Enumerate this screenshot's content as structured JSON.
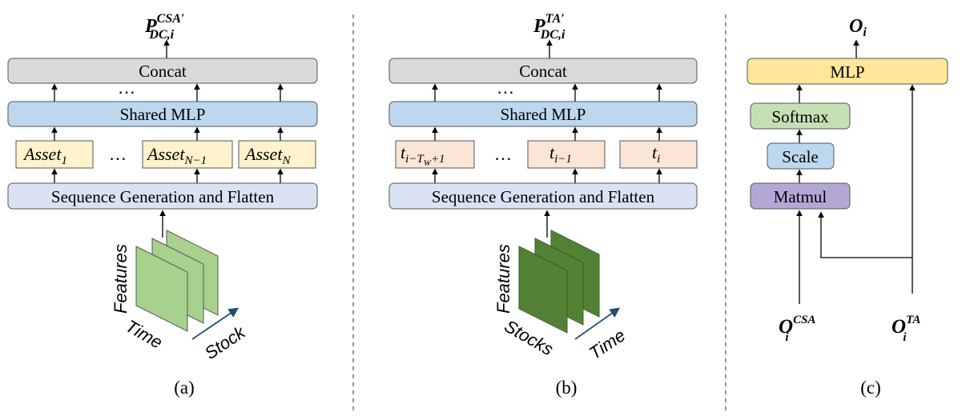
{
  "colors": {
    "concat": "#d9d9d9",
    "shared_mlp": "#bdd7ee",
    "seq_gen": "#dae3f3",
    "asset_box": "#fff2cc",
    "time_box": "#fbe5d6",
    "light_green": "#a9d18e",
    "dark_green": "#548235",
    "mlp_c": "#ffe699",
    "softmax": "#c5e0b4",
    "scale": "#bdd7ee",
    "matmul": "#b4a7d6",
    "axis_arrow": "#1f4e79"
  },
  "panel_a": {
    "output": {
      "base": "P",
      "sup": "CSA′",
      "sub": "DC,i"
    },
    "concat": "Concat",
    "shared_mlp": "Shared MLP",
    "ellipsis_top": "…",
    "ellipsis_mid": "…",
    "assets": [
      {
        "base": "Asset",
        "sub": "1"
      },
      {
        "base": "Asset",
        "sub": "N−1"
      },
      {
        "base": "Asset",
        "sub": "N"
      }
    ],
    "seq_gen": "Sequence Generation and Flatten",
    "axis_features": "Features",
    "axis_time": "Time",
    "axis_stock": "Stock",
    "caption": "(a)"
  },
  "panel_b": {
    "output": {
      "base": "P",
      "sup": "TA′",
      "sub": "DC,i"
    },
    "concat": "Concat",
    "shared_mlp": "Shared MLP",
    "ellipsis_top": "…",
    "ellipsis_mid": "…",
    "times": [
      {
        "base": "t",
        "sub": "i−T",
        "subsub": "W",
        "tail": "+1"
      },
      {
        "base": "t",
        "sub": "i−1"
      },
      {
        "base": "t",
        "sub": "i"
      }
    ],
    "seq_gen": "Sequence Generation and Flatten",
    "axis_features": "Features",
    "axis_stocks": "Stocks",
    "axis_time": "Time",
    "caption": "(b)"
  },
  "panel_c": {
    "output": {
      "base": "O",
      "sub": "i"
    },
    "mlp": "MLP",
    "softmax": "Softmax",
    "scale": "Scale",
    "matmul": "Matmul",
    "input_csa": {
      "base": "O",
      "sup": "CSA",
      "sub": "i"
    },
    "input_ta": {
      "base": "O",
      "sup": "TA",
      "sub": "i"
    },
    "caption": "(c)"
  }
}
